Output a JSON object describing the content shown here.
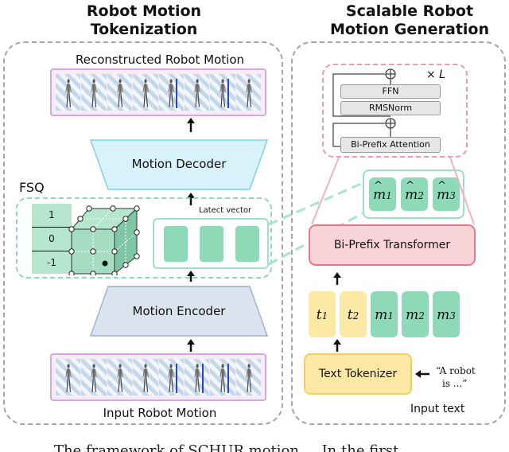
{
  "left_panel": {
    "title_line1": "Robot Motion",
    "title_line2": "Tokenization",
    "reconstructed_label": "Reconstructed Robot Motion",
    "decoder_label": "Motion Decoder",
    "fsq_label": "FSQ",
    "fsq_values": [
      "1",
      "0",
      "-1"
    ],
    "latent_label": "Latect vector",
    "encoder_label": "Motion Encoder",
    "input_label": "Input Robot Motion"
  },
  "right_panel": {
    "title_line1": "Scalable Robot",
    "title_line2": "Motion Generation",
    "repeat_label": "× L",
    "ffn_label": "FFN",
    "norm_label": "RMSNorm",
    "attention_label": "Bi-Prefix Attention",
    "output_tokens": [
      {
        "base": "m",
        "sub": "1"
      },
      {
        "base": "m",
        "sub": "2"
      },
      {
        "base": "m",
        "sub": "3"
      }
    ],
    "transformer_label": "Bi-Prefix Transformer",
    "text_tokens": [
      {
        "base": "t",
        "sub": "1"
      },
      {
        "base": "t",
        "sub": "2"
      }
    ],
    "motion_tokens": [
      {
        "base": "m",
        "sub": "1"
      },
      {
        "base": "m",
        "sub": "2"
      },
      {
        "base": "m",
        "sub": "3"
      }
    ],
    "tokenizer_label": "Text Tokenizer",
    "quote_line1": "“A robot",
    "quote_line2": "is ...”",
    "input_text_label": "Input text"
  },
  "caption_fragment": "The framework of SCHUR motion ... In the first",
  "colors": {
    "panel_border": "#a6a6a6",
    "motion_token": "#8ed9b8",
    "text_token": "#fde9a6",
    "transformer_fill": "#f8d3d8",
    "transformer_border": "#e27a8a",
    "decoder_fill": "#d8f3fb",
    "encoder_fill": "#dbe3ef",
    "tokenizer_fill": "#fde9a6"
  }
}
